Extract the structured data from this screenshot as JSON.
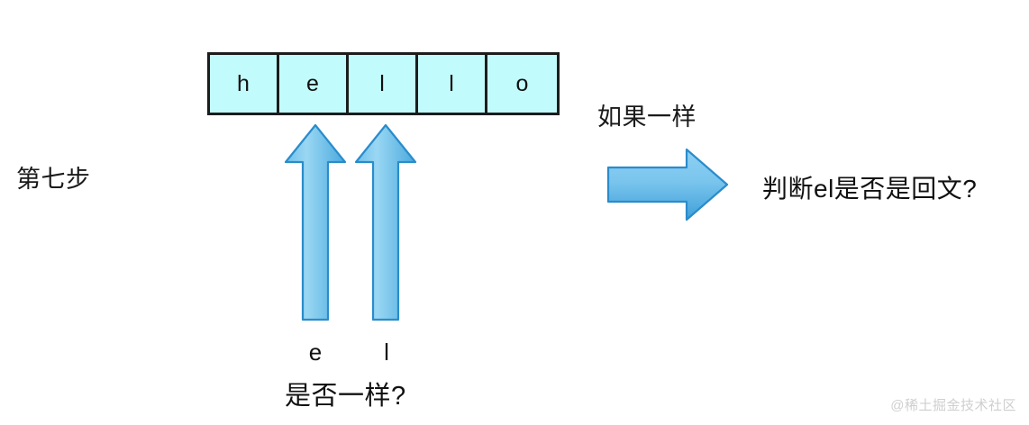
{
  "diagram": {
    "step_label": "第七步",
    "strip": {
      "cells": [
        {
          "letter": "h"
        },
        {
          "letter": "e"
        },
        {
          "letter": "l"
        },
        {
          "letter": "l"
        },
        {
          "letter": "o"
        }
      ],
      "fill_color": "#c2fbfb",
      "border_color": "#1c1c1c"
    },
    "pointers": [
      {
        "icon": "up-arrow-icon",
        "letter": "e"
      },
      {
        "icon": "up-arrow-icon",
        "letter": "l"
      }
    ],
    "compare_question": "是否一样?",
    "branch": {
      "condition_label": "如果一样",
      "arrow_icon": "right-arrow-icon",
      "result_label": "判断el是否是回文?"
    },
    "arrow_colors": {
      "fill_light": "#9ad2f0",
      "fill_mid": "#5fb3e5",
      "stroke": "#2a8ccb"
    }
  },
  "watermark": "@稀土掘金技术社区"
}
